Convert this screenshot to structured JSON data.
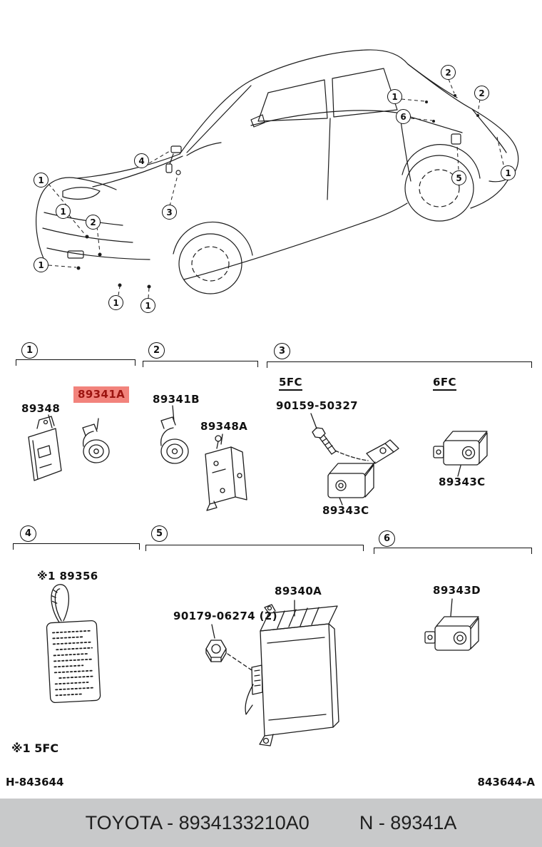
{
  "car_callouts": [
    {
      "label": "1"
    },
    {
      "label": "1"
    },
    {
      "label": "2"
    },
    {
      "label": "1"
    },
    {
      "label": "1"
    },
    {
      "label": "1"
    },
    {
      "label": "3"
    },
    {
      "label": "4"
    },
    {
      "label": "1"
    },
    {
      "label": "6"
    },
    {
      "label": "2"
    },
    {
      "label": "2"
    },
    {
      "label": "5"
    },
    {
      "label": "1"
    }
  ],
  "sections": [
    {
      "num": "1",
      "parts": {
        "p1": "89348",
        "p2": "89341A"
      }
    },
    {
      "num": "2",
      "parts": {
        "p1": "89341B",
        "p2": "89348A"
      }
    },
    {
      "num": "3",
      "variant_left": "5FC",
      "variant_right": "6FC",
      "parts": {
        "p1": "90159-50327",
        "p2": "89343C",
        "p3": "89343C"
      }
    },
    {
      "num": "4",
      "parts": {
        "p1": "※1 89356"
      }
    },
    {
      "num": "5",
      "parts": {
        "p1": "90179-06274 (2)",
        "p2": "89340A"
      }
    },
    {
      "num": "6",
      "parts": {
        "p1": "89343D"
      }
    }
  ],
  "highlight": {
    "part": "89341A",
    "bg": "#f2837c",
    "fg": "#9c1410"
  },
  "footnote": "※1 5FC",
  "doc": {
    "left": "H-843644",
    "right": "843644-A"
  },
  "footer": {
    "left": "TOYOTA - 8934133210A0",
    "right": "N - 89341A"
  }
}
